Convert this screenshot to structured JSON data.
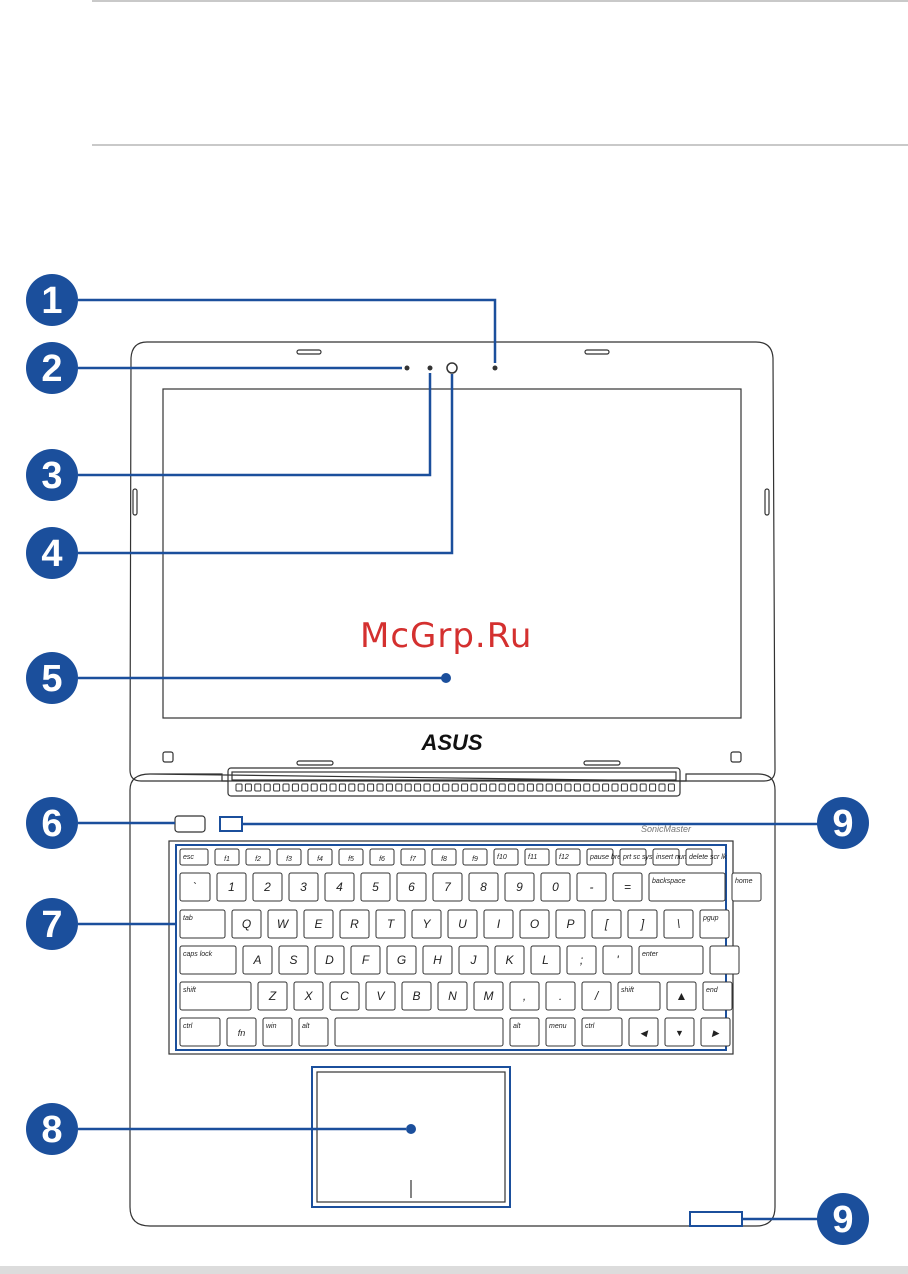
{
  "watermark": "McGrp.Ru",
  "brand_logo": "ASUS",
  "sonicmaster_logo": "SonicMaster",
  "callouts": [
    "1",
    "2",
    "3",
    "4",
    "5",
    "6",
    "7",
    "8",
    "9",
    "9"
  ],
  "keyboard": {
    "row0": [
      "esc",
      "f1",
      "f2",
      "f3",
      "f4",
      "f5",
      "f6",
      "f7",
      "f8",
      "f9",
      "f10",
      "f11",
      "f12",
      "pause break",
      "prt sc sysrq",
      "insert num lk",
      "delete scr lk"
    ],
    "row1": [
      "`",
      "1",
      "2",
      "3",
      "4",
      "5",
      "6",
      "7",
      "8",
      "9",
      "0",
      "-",
      "=",
      "backspace",
      "home"
    ],
    "row2": [
      "tab",
      "Q",
      "W",
      "E",
      "R",
      "T",
      "Y",
      "U",
      "I",
      "O",
      "P",
      "[",
      "]",
      "\\",
      "pgup"
    ],
    "row3": [
      "caps lock",
      "A",
      "S",
      "D",
      "F",
      "G",
      "H",
      "J",
      "K",
      "L",
      ";",
      "'",
      "enter",
      ""
    ],
    "row4": [
      "shift",
      "Z",
      "X",
      "C",
      "V",
      "B",
      "N",
      "M",
      ",",
      ".",
      "/",
      "shift",
      "▲",
      "end"
    ],
    "row5": [
      "ctrl",
      "fn",
      "win",
      "alt",
      "",
      "alt",
      "menu",
      "ctrl",
      "◀",
      "▼",
      "▶"
    ]
  },
  "colors": {
    "callout": "#1b4f9c",
    "line": "#1b4f9c",
    "outline": "#333333",
    "watermark": "#d4302f"
  }
}
